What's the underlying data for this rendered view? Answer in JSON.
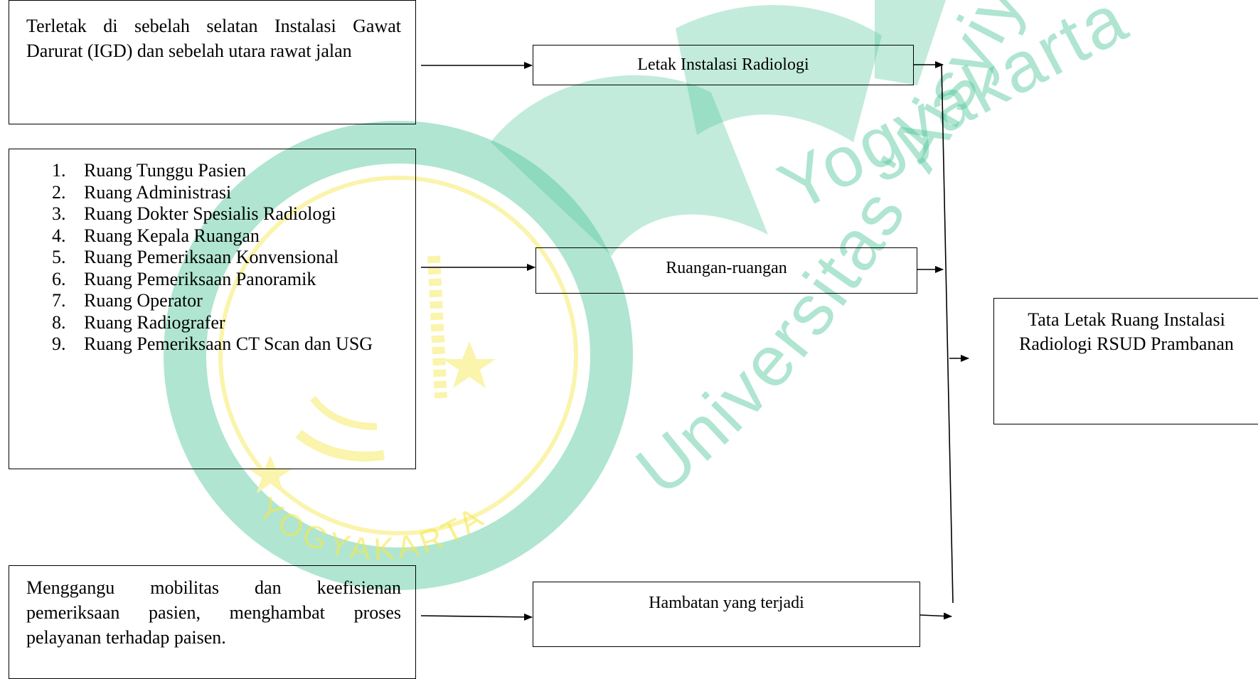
{
  "watermark": {
    "text_line1": "Universitas 'Aisyiyah",
    "text_line2": "Yogyakarta",
    "seal_ring_text": "YOGYAKARTA",
    "colors": {
      "green": "#4fc79a",
      "yellow": "#f6e84a"
    }
  },
  "nodes": {
    "lokasi_desc": "Terletak di sebelah selatan Instalasi Gawat Darurat (IGD) dan sebelah utara rawat jalan",
    "ruangan_list": [
      {
        "num": "1.",
        "text": "Ruang Tunggu Pasien"
      },
      {
        "num": "2.",
        "text": "Ruang Administrasi"
      },
      {
        "num": "3.",
        "text": "Ruang Dokter Spesialis Radiologi"
      },
      {
        "num": "4.",
        "text": "Ruang Kepala Ruangan"
      },
      {
        "num": "5.",
        "text": "Ruang Pemeriksaan Konvensional"
      },
      {
        "num": "6.",
        "text": "Ruang Pemeriksaan Panoramik"
      },
      {
        "num": "7.",
        "text": "Ruang Operator"
      },
      {
        "num": "8.",
        "text": "Ruang Radiografer"
      },
      {
        "num": "9.",
        "text": "Ruang Pemeriksaan CT Scan dan USG"
      }
    ],
    "hambatan_desc": "Menggangu mobilitas dan keefisienan pemeriksaan pasien, menghambat proses pelayanan terhadap paisen.",
    "letak_label": "Letak Instalasi Radiologi",
    "ruangan_label": "Ruangan-ruangan",
    "hambatan_label": "Hambatan yang terjadi",
    "tata_letak_label": "Tata Letak Ruang Instalasi Radiologi RSUD Prambanan"
  },
  "edges": [
    {
      "from": "lokasi_desc",
      "to": "letak_label"
    },
    {
      "from": "ruangan_list",
      "to": "ruangan_label"
    },
    {
      "from": "hambatan_desc",
      "to": "hambatan_label"
    },
    {
      "from": "letak_label",
      "to": "tata_letak_label"
    },
    {
      "from": "ruangan_label",
      "to": "tata_letak_label"
    },
    {
      "from": "hambatan_label",
      "to": "tata_letak_label"
    }
  ]
}
